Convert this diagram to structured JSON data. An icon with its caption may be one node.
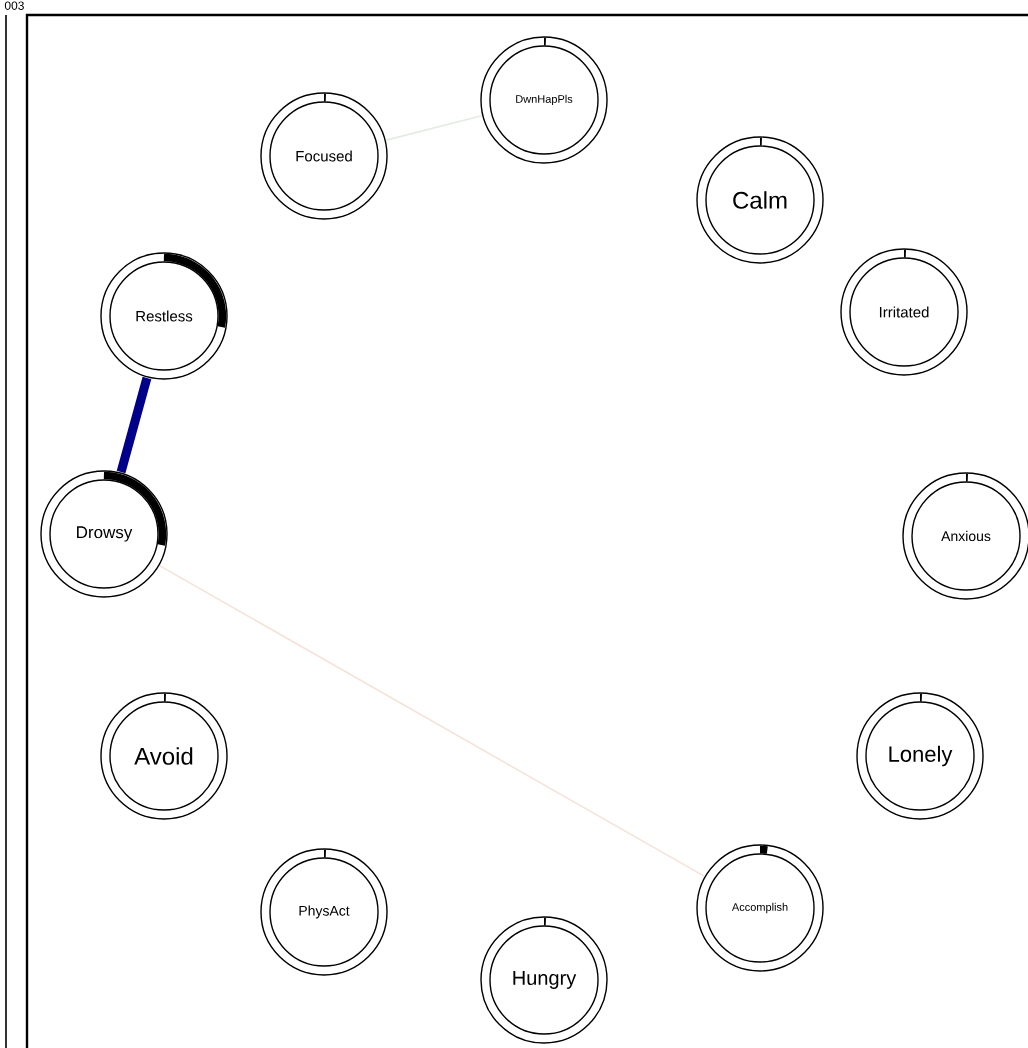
{
  "diagram": {
    "nodes": [
      {
        "text": [
          "DwnHapPls"
        ]
      },
      {
        "text": [
          "Focused"
        ]
      },
      {
        "text": [
          "Calm"
        ]
      },
      {
        "text": [
          "Restless"
        ]
      },
      {
        "text": [
          "Irritated"
        ]
      },
      {
        "text": [
          "Drowsy"
        ]
      },
      {
        "text": [
          "Anxious"
        ]
      },
      {
        "text": [
          "Avoid"
        ]
      },
      {
        "text": [
          "Lonely"
        ]
      },
      {
        "text": [
          "PhysAct"
        ]
      },
      {
        "text": [
          "Accomplish"
        ]
      },
      {
        "text": [
          "Hungry"
        ]
      }
    ],
    "edges": [
      {
        "from": 3,
        "to": 5,
        "arrow": "none",
        "style": "thick",
        "color": "#00008b"
      },
      {
        "from": 1,
        "to": 0,
        "arrow": "none",
        "color": "#e4ebe4"
      },
      {
        "from": 5,
        "to": 10,
        "arrow": "none",
        "color": "#f6e2da"
      }
    ],
    "labels": [
      "003"
    ]
  }
}
